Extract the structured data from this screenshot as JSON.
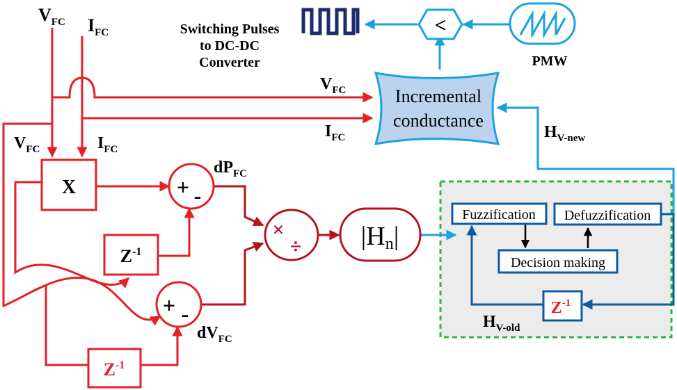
{
  "colors": {
    "red": "#e41f25",
    "dark_red": "#b5121b",
    "blue": "#1aa1e0",
    "dark_blue": "#0c5aa6",
    "navy": "#1e2a6e",
    "ic_fill": "#bcd3ee",
    "fuzzy_bg": "#ececec",
    "green_dash": "#2cb34a"
  },
  "inputs": {
    "vfc_top": {
      "main": "V",
      "sub": "FC"
    },
    "ifc_top": {
      "main": "I",
      "sub": "FC"
    },
    "vfc_left": {
      "main": "V",
      "sub": "FC"
    },
    "ifc_left": {
      "main": "I",
      "sub": "FC"
    }
  },
  "switching": {
    "line1": "Switching Pulses",
    "line2": "to DC-DC",
    "line3": "Converter"
  },
  "comparator": {
    "symbol": "<"
  },
  "pwm": {
    "label": "PMW",
    "icon": "sawtooth-icon"
  },
  "pulse_icon": "square-wave-icon",
  "incremental": {
    "line1": "Incremental",
    "line2": "conductance"
  },
  "ic_inputs": {
    "vfc": {
      "main": "V",
      "sub": "FC"
    },
    "ifc": {
      "main": "I",
      "sub": "FC"
    }
  },
  "hvnew": {
    "main": "H",
    "sub": "V-new"
  },
  "hvold": {
    "main": "H",
    "sub": "V-old"
  },
  "multiplier": {
    "label": "X"
  },
  "sum1": {
    "plus": "+",
    "minus": "-"
  },
  "sum2": {
    "plus": "+",
    "minus": "-"
  },
  "dp": {
    "main": "dP",
    "sub": "FC"
  },
  "dv": {
    "main": "dV",
    "sub": "FC"
  },
  "delay": {
    "main": "Z",
    "sup": "-1"
  },
  "divider": {
    "times": "×",
    "divide": "÷"
  },
  "hn": {
    "bar": "|",
    "main": "H",
    "sub": "n"
  },
  "fuzzy": {
    "fuzzification": "Fuzzification",
    "defuzzification": "Defuzzification",
    "decision": "Decision making"
  }
}
